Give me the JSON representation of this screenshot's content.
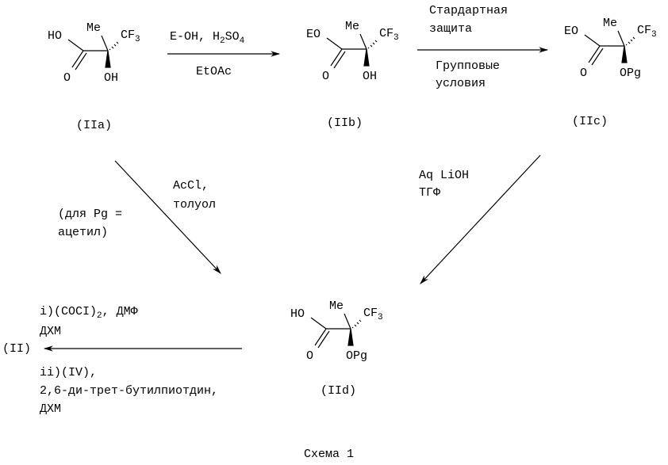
{
  "compounds": [
    {
      "id": "IIa",
      "label": "(IIa)",
      "acid": "HO",
      "me": "Me",
      "cf": "CF",
      "cf_sub": "3",
      "o": "O",
      "oh": "OH"
    },
    {
      "id": "IIb",
      "label": "(IIb)",
      "acid": "EO",
      "me": "Me",
      "cf": "CF",
      "cf_sub": "3",
      "o": "O",
      "oh": "OH"
    },
    {
      "id": "IIc",
      "label": "(IIc)",
      "acid": "EO",
      "me": "Me",
      "cf": "CF",
      "cf_sub": "3",
      "o": "O",
      "oh": "OPg"
    },
    {
      "id": "IId",
      "label": "(IId)",
      "acid": "HO",
      "me": "Me",
      "cf": "CF",
      "cf_sub": "3",
      "o": "O",
      "oh": "OPg"
    }
  ],
  "steps": {
    "a_to_b": {
      "top": "E-OH, H",
      "top_sub": "2",
      "top_mid": "SO",
      "top_sub2": "4",
      "bottom": "EtOAc"
    },
    "b_to_c": {
      "top1": "Стардартная",
      "top2": "защита",
      "bottom1": "Групповые",
      "bottom2": "условия"
    },
    "a_to_d": {
      "reagent1": "AcCl,",
      "reagent2": "толуол",
      "cond1": "(для Pg =",
      "cond2": "ацетил)"
    },
    "c_to_d": {
      "line1": "Aq LiOH",
      "line2": "ТГФ"
    },
    "d_to_ii": {
      "l1a": "i)(COCI)",
      "l1sub": "2",
      "l1b": ", ДМФ",
      "l2": "ДХМ",
      "l3": "ii)(IV),",
      "l4": "2,6-ди-трет-бутилпиотдин,",
      "l5": "ДХМ"
    }
  },
  "product": "(II)",
  "caption": "Схема 1"
}
